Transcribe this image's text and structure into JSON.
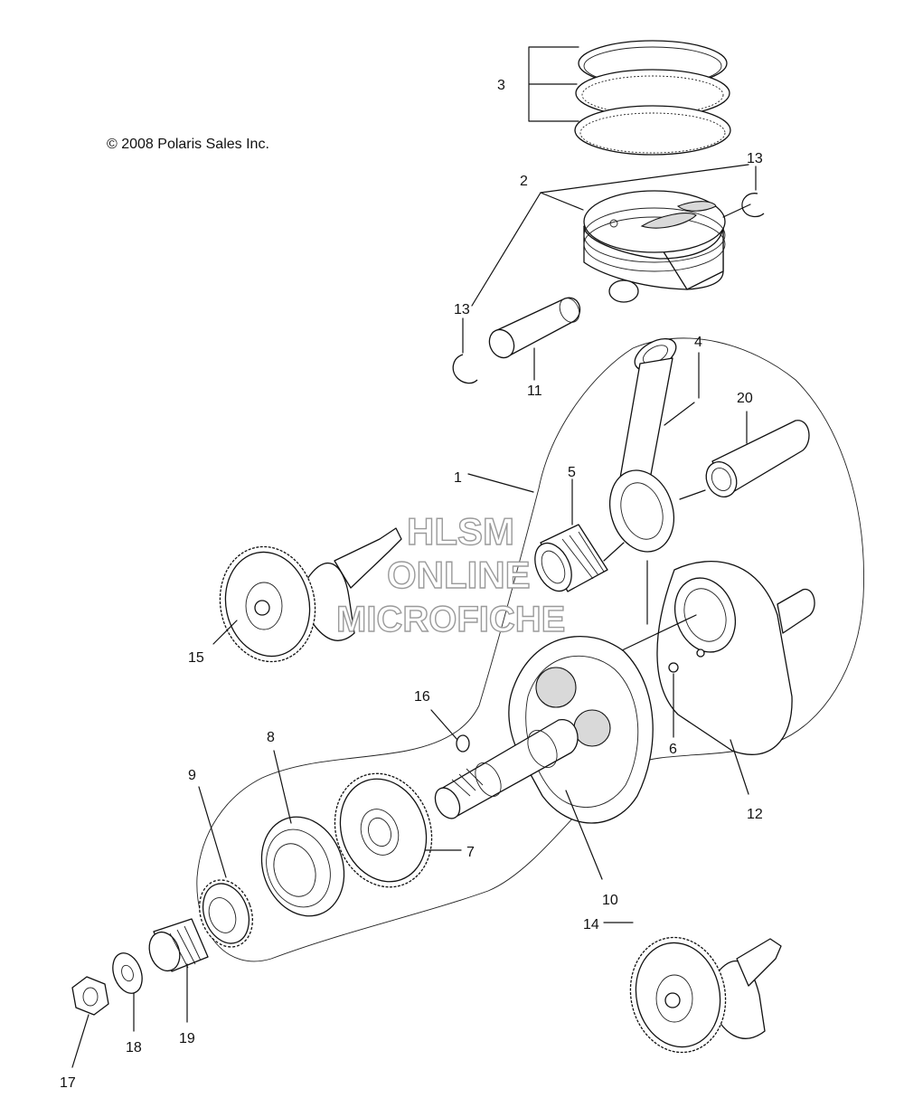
{
  "copyright": "© 2008 Polaris Sales Inc.",
  "watermark": [
    "HLSM",
    "ONLINE",
    "MICROFICHE"
  ],
  "callouts": {
    "c1": "1",
    "c2": "2",
    "c3": "3",
    "c4": "4",
    "c5": "5",
    "c6": "6",
    "c7": "7",
    "c8": "8",
    "c9": "9",
    "c10": "10",
    "c11": "11",
    "c12": "12",
    "c13a": "13",
    "c13b": "13",
    "c14": "14",
    "c15": "15",
    "c16": "16",
    "c17": "17",
    "c18": "18",
    "c19": "19",
    "c20": "20"
  }
}
